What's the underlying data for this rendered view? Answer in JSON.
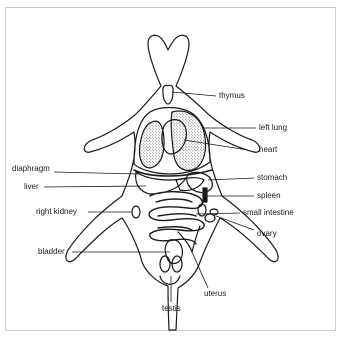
{
  "diagram": {
    "labels": {
      "thymus": "thymus",
      "left_lung": "left lung",
      "heart": "heart",
      "diaphragm": "diaphragm",
      "stomach": "stomach",
      "liver": "liver",
      "spleen": "spleen",
      "right_kidney": "right kidney",
      "small_intestine": "small intestine",
      "ovary": "ovary",
      "bladder": "bladder",
      "uterus": "uterus",
      "testis": "testis"
    }
  }
}
